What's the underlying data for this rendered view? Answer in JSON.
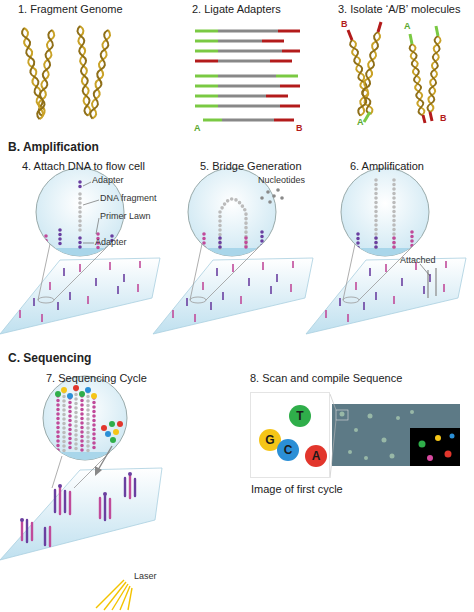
{
  "diagram": {
    "nodes": [
      {
        "text": [
          "Image of first cycle"
        ]
      },
      {
        "text": [
          "G"
        ],
        "in": 0
      },
      {
        "text": [
          "T"
        ],
        "in": 0
      },
      {
        "text": [
          "C"
        ],
        "in": 0
      },
      {
        "text": [
          "A"
        ],
        "in": 0
      }
    ],
    "labels": [
      "1. Fragment Genome",
      "2. Ligate Adapters",
      "3. Isolate ‘A/B’ molecules",
      "A",
      "B",
      "B",
      "A",
      "A",
      "B",
      "B. Amplification",
      "4. Attach DNA to flow cell",
      "5. Bridge Generation",
      "6. Amplification",
      "Adapter",
      "DNA fragment",
      "Primer Lawn",
      "Adapter",
      "Nucleotides",
      "Attached",
      "C. Sequencing",
      "7. Sequencing Cycle",
      "8. Scan and compile Sequence",
      "Laser"
    ]
  }
}
